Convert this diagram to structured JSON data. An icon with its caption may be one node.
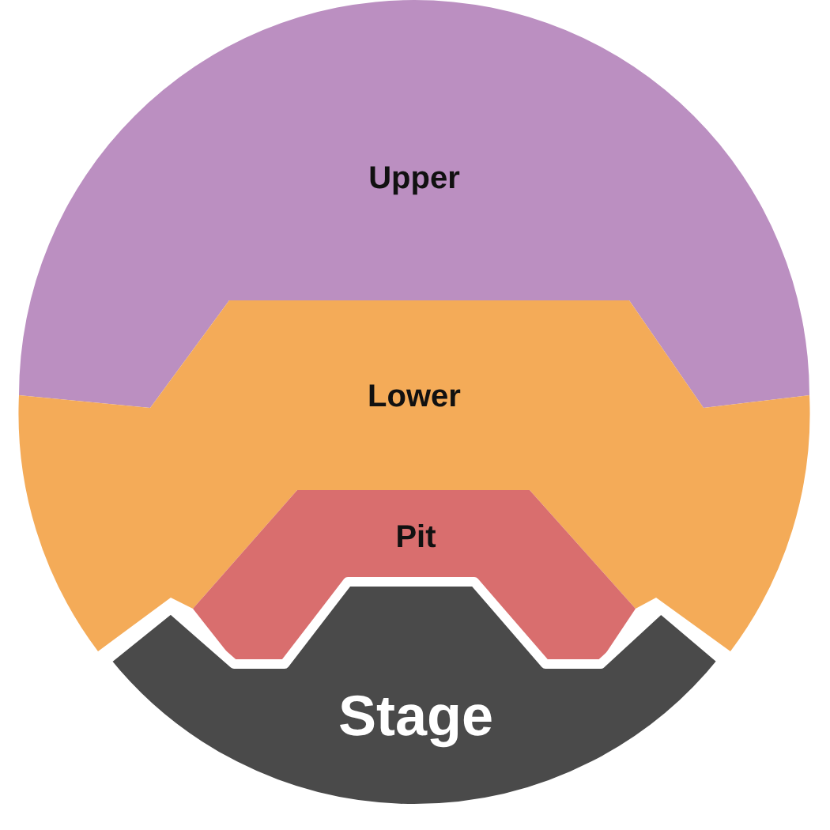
{
  "diagram": {
    "nodes": [
      {
        "text": [
          "Upper"
        ]
      },
      {
        "text": [
          "Lower"
        ]
      },
      {
        "text": [
          "Pit"
        ]
      },
      {
        "text": [
          "Stage"
        ]
      }
    ]
  }
}
